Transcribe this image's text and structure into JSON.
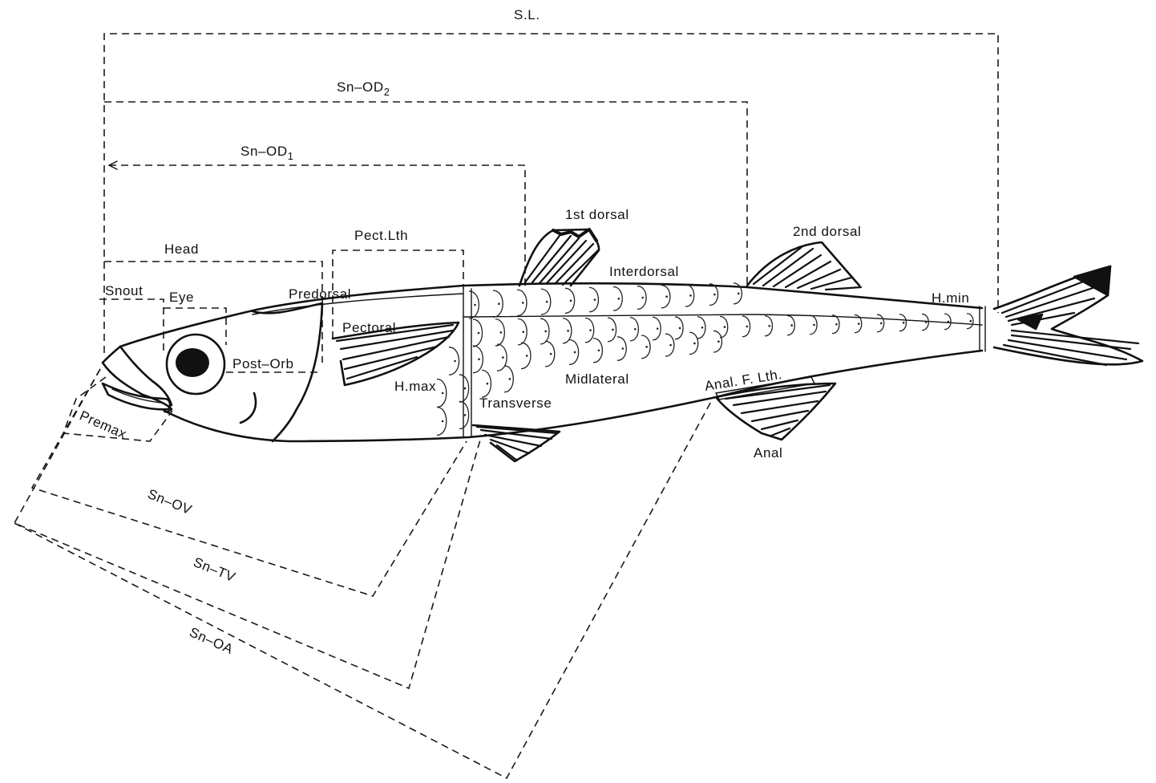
{
  "labels": {
    "sl": "S.L.",
    "sn_od2_main": "Sn–OD",
    "sn_od2_sub": "2",
    "sn_od1_main": "Sn–OD",
    "sn_od1_sub": "1",
    "first_dorsal": "1st dorsal",
    "second_dorsal": "2nd dorsal",
    "pect_lth": "Pect.Lth",
    "head": "Head",
    "interdorsal": "Interdorsal",
    "snout": "Snout",
    "eye": "Eye",
    "predorsal": "Predorsal",
    "pectoral": "Pectoral",
    "post_orb": "Post–Orb",
    "h_max": "H.max",
    "midlateral": "Midlateral",
    "transverse": "Transverse",
    "anal_f_lth": "Anal. F. Lth.",
    "anal": "Anal",
    "h_min": "H.min",
    "premax": "Premax",
    "sn_ov": "Sn–OV",
    "sn_tv": "Sn–TV",
    "sn_oa": "Sn–OA"
  },
  "ink_color": "#111111"
}
